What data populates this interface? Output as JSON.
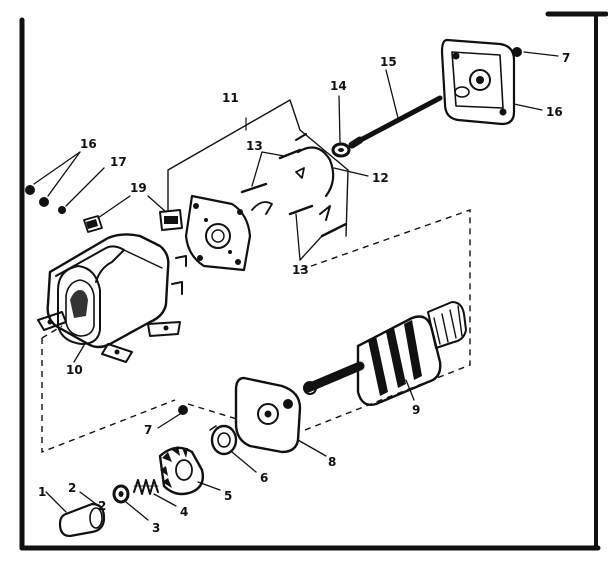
{
  "callouts": {
    "c1": "1",
    "c2a": "2",
    "c2b": "2",
    "c3": "3",
    "c4": "4",
    "c5": "5",
    "c6": "6",
    "c7a": "7",
    "c7b": "7",
    "c8": "8",
    "c9": "9",
    "c10": "10",
    "c11": "11",
    "c12": "12",
    "c13a": "13",
    "c13b": "13",
    "c14": "14",
    "c15": "15",
    "c16a": "16",
    "c16b": "16",
    "c17": "17",
    "c19": "19"
  },
  "colors": {
    "ink": "#111111",
    "paper": "#ffffff",
    "shade": "#bdbdbd"
  },
  "icons": {
    "frame": "starter-motor-frame",
    "armature": "armature-icon",
    "end_cap": "end-cap-icon",
    "brush_plate": "brush-plate-icon",
    "drive_gear": "drive-pinion-icon"
  }
}
